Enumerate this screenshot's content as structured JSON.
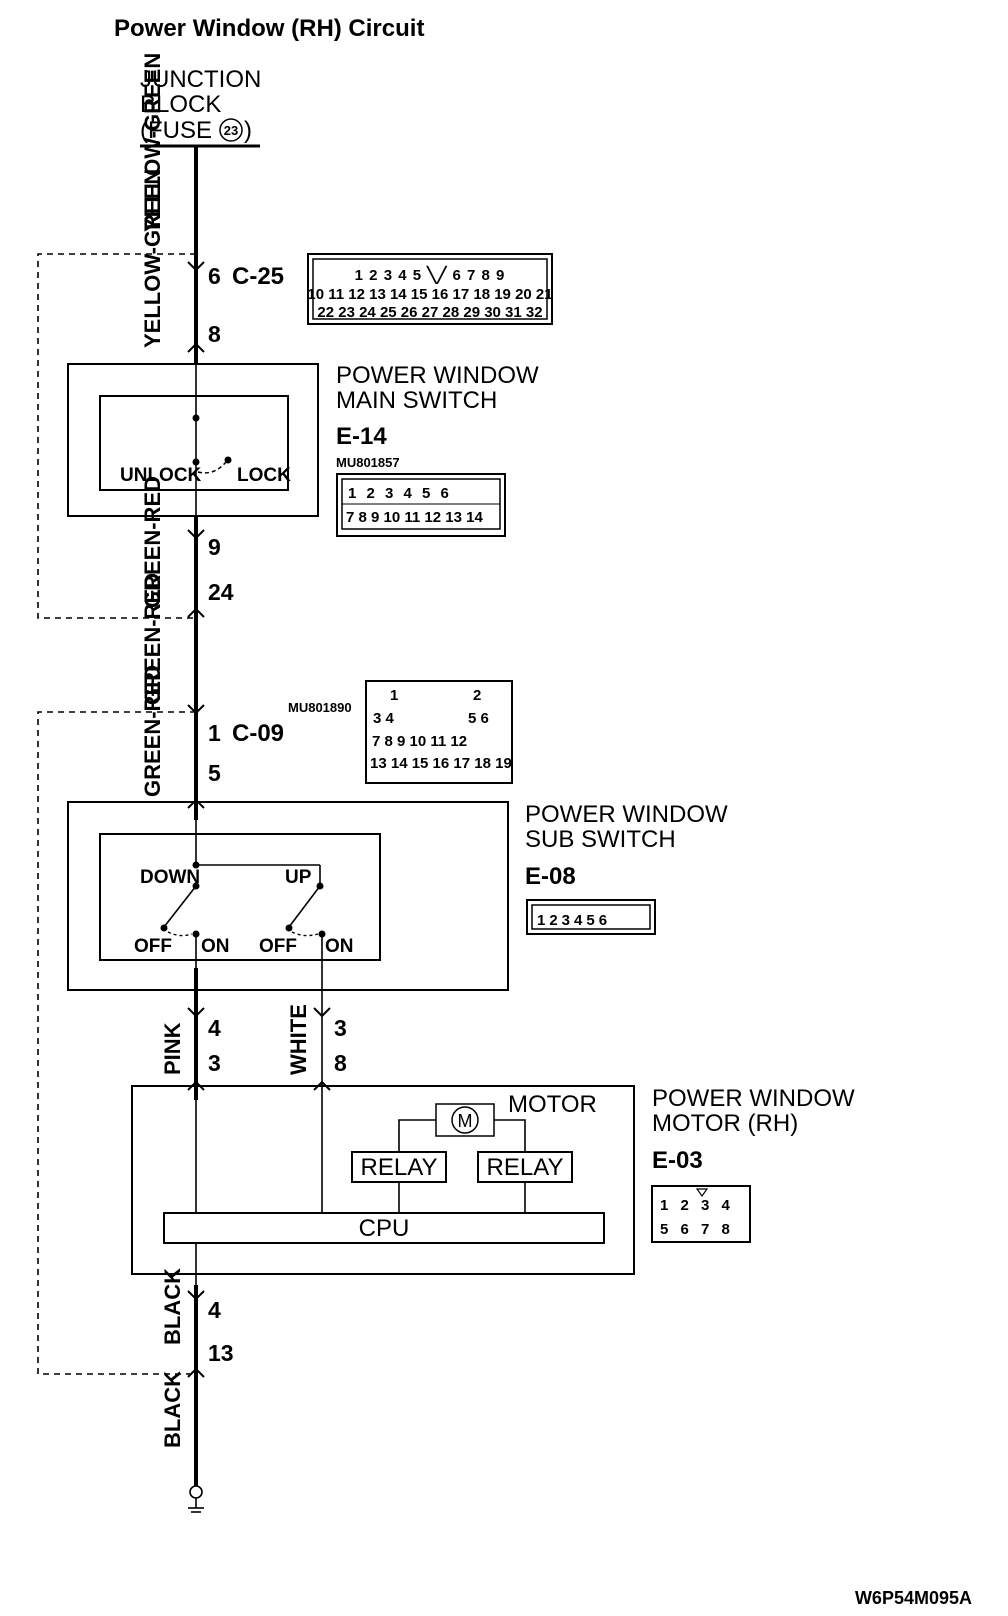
{
  "title": "Power Window (RH) Circuit",
  "junction": {
    "line1": "JUNCTION",
    "line2": "BLOCK",
    "line3_prefix": "(FUSE",
    "fuse_num": "23",
    "line3_suffix": ")"
  },
  "wires": {
    "w1": "YELLOW-GREEN",
    "w2": "YELLOW-GREEN",
    "w3": "GREEN-RED",
    "w4": "GREEN-RED",
    "w5": "GREEN-RED",
    "w6": "PINK",
    "w7": "WHITE",
    "w8": "BLACK",
    "w9": "BLACK"
  },
  "pins": {
    "c25_pin": "6",
    "c25_name": "C-25",
    "p8": "8",
    "p9": "9",
    "p24": "24",
    "c09_pin": "1",
    "c09_name": "C-09",
    "p5": "5",
    "p4a": "4",
    "p3a": "3",
    "p3b": "3",
    "p8b": "8",
    "p4b": "4",
    "p13": "13"
  },
  "main_switch": {
    "name1": "POWER WINDOW",
    "name2": "MAIN SWITCH",
    "connector": "E-14",
    "part": "MU801857",
    "unlock": "UNLOCK",
    "lock": "LOCK"
  },
  "sub_switch": {
    "name1": "POWER WINDOW",
    "name2": "SUB SWITCH",
    "connector": "E-08",
    "down": "DOWN",
    "up": "UP",
    "off1": "OFF",
    "on1": "ON",
    "off2": "OFF",
    "on2": "ON"
  },
  "motor": {
    "name1": "POWER WINDOW",
    "name2": "MOTOR (RH)",
    "connector": "E-03",
    "motor_label": "MOTOR",
    "relay1": "RELAY",
    "relay2": "RELAY",
    "cpu": "CPU"
  },
  "c09_part": "MU801890",
  "footer_code": "W6P54M095A",
  "connector_cells": {
    "c25_row1": [
      "1",
      "2",
      "3",
      "4",
      "5",
      "6",
      "7",
      "8",
      "9"
    ],
    "c25_row2": [
      "10",
      "11",
      "12",
      "13",
      "14",
      "15",
      "16",
      "17",
      "18",
      "19",
      "20",
      "21"
    ],
    "c25_row3": [
      "22",
      "23",
      "24",
      "25",
      "26",
      "27",
      "28",
      "29",
      "30",
      "31",
      "32"
    ],
    "e14_row1": [
      "1",
      "2",
      "3",
      "4",
      "5",
      "6"
    ],
    "e14_row2": [
      "7",
      "8",
      "9",
      "10",
      "11",
      "12",
      "13",
      "14"
    ],
    "c09_cells": [
      "1",
      "2",
      "3",
      "4",
      "5",
      "6",
      "7",
      "8",
      "9",
      "10",
      "11",
      "12",
      "13",
      "14",
      "15",
      "16",
      "17",
      "18",
      "19"
    ],
    "e08_cells": [
      "1",
      "2",
      "3",
      "4",
      "5",
      "6"
    ],
    "e03_row1": [
      "1",
      "2",
      "3",
      "4"
    ],
    "e03_row2": [
      "5",
      "6",
      "7",
      "8"
    ]
  }
}
